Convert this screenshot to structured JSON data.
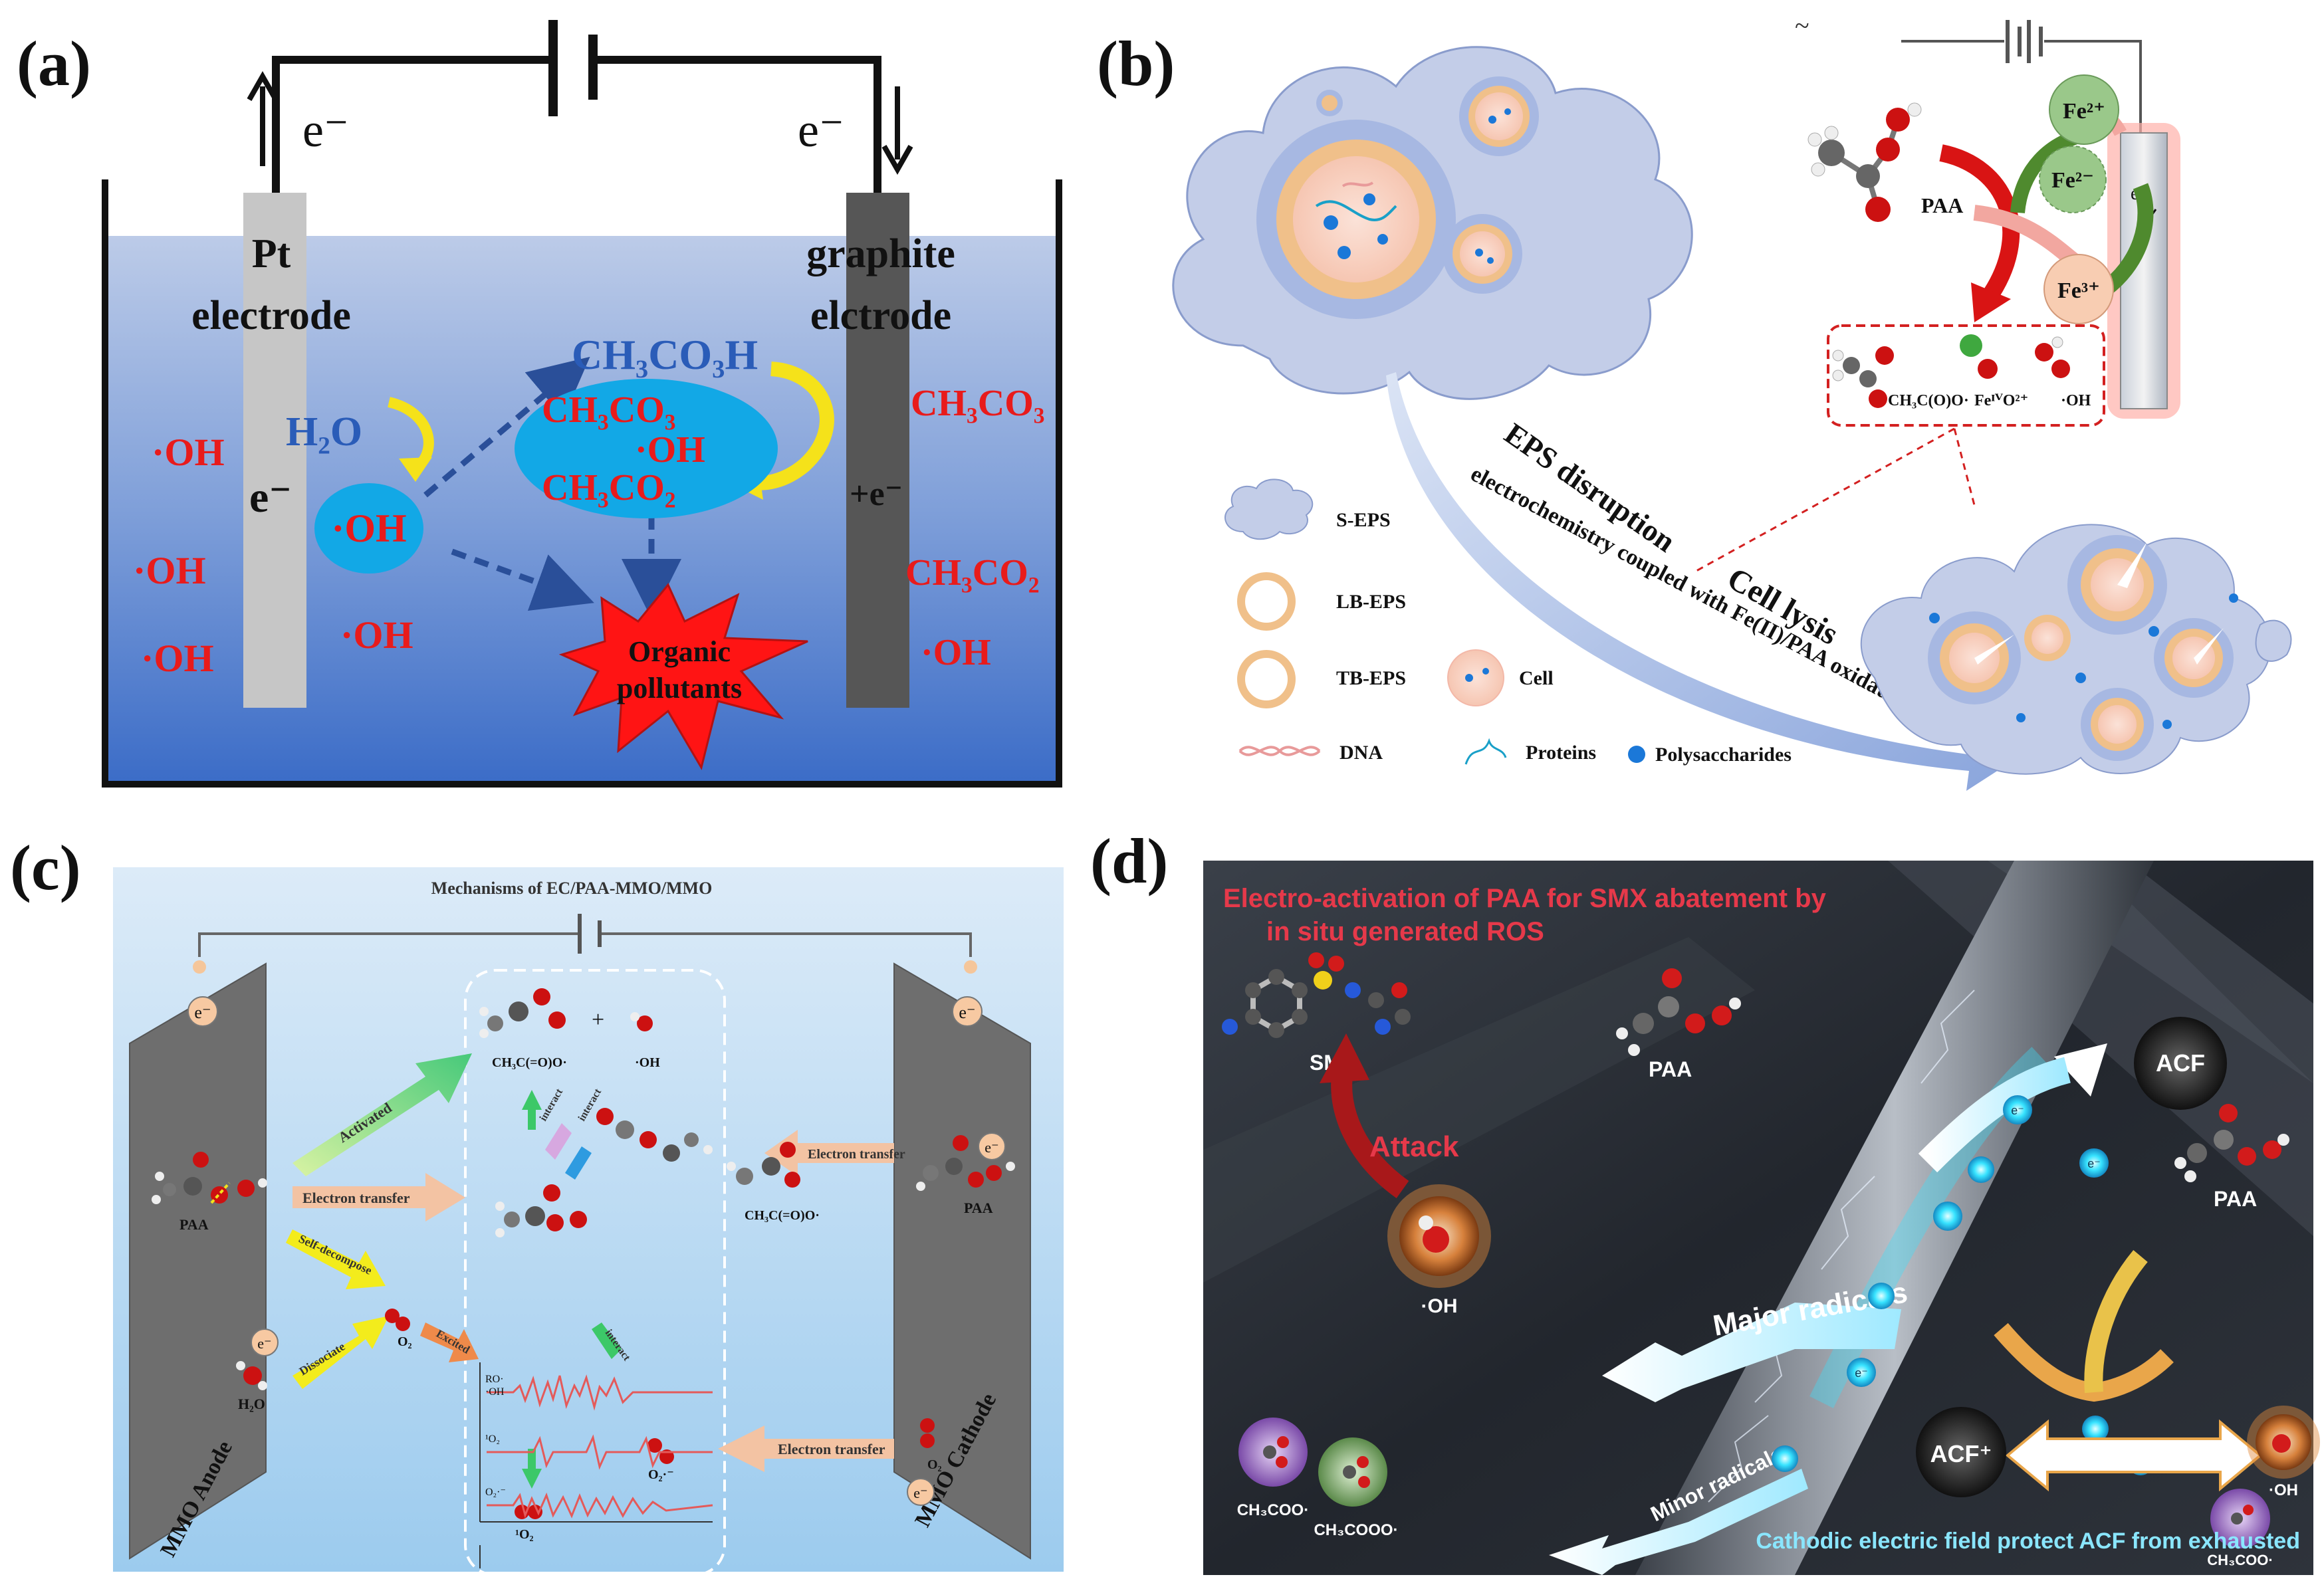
{
  "panel_labels": {
    "a": "(a)",
    "b": "(b)",
    "c": "(c)",
    "d": "(d)"
  },
  "panel_a": {
    "electron_left": "e⁻",
    "electron_right": "e⁻",
    "pt_label_1": "Pt",
    "pt_label_2": "electrode",
    "graphite_label_1": "graphite",
    "graphite_label_2": "elctrode",
    "water": "H₂O",
    "electrode_e": "e⁻",
    "oh": "·OH",
    "peracetic": "CH₃CO₃H",
    "ch3co3": "CH₃CO₃",
    "ch3co2": "CH₃CO₂",
    "plus_e": "+e⁻",
    "pollutant_1": "Organic",
    "pollutant_2": "pollutants",
    "colors": {
      "water_top": "#b8c8e6",
      "water_bottom": "#3f6fc8",
      "pt": "#c8c8c8",
      "graphite": "#555555",
      "blue_text": "#2a5cb8",
      "red_text": "#e81b1b"
    }
  },
  "panel_b": {
    "tilde": "~",
    "paa": "PAA",
    "fe2": "Fe²⁺",
    "fe_minus": "Fe²⁻",
    "fe3": "Fe³⁺",
    "e_minus": "e⁻",
    "product_1": "CH₃C(O)O·",
    "product_2": "FeᴵⱽO²⁺",
    "product_3": "·OH",
    "eps_disruption": "EPS disruption",
    "arc_text": "electrochemistry coupled with Fe(II)/PAA oxidation",
    "cell_lysis": "Cell lysis",
    "legend": {
      "s_eps": "S-EPS",
      "lb_eps": "LB-EPS",
      "tb_eps": "TB-EPS",
      "cell": "Cell",
      "dna": "DNA",
      "proteins": "Proteins",
      "polysaccharides": "Polysaccharides"
    }
  },
  "panel_c": {
    "title": "Mechanisms of EC/PAA-MMO/MMO",
    "e_minus": "e⁻",
    "activated": "Activated",
    "electron_transfer": "Electron transfer",
    "self_decompose": "Self-decompose",
    "dissociate": "Dissociate",
    "excited": "Excited",
    "interact": "interact",
    "paa": "PAA",
    "h2o": "H₂O",
    "o2": "O₂",
    "singlet_o2": "¹O₂",
    "superoxide": "O₂·⁻",
    "radical_1": "CH₃C(=O)O·",
    "radical_2": "·OH",
    "radical_3": "CH₃C(=O)O·",
    "plus": "+",
    "epr_1": "RO·",
    "epr_1b": "·OH",
    "epr_2": "¹O₂",
    "epr_3": "O₂·⁻",
    "anode": "MMO Anode",
    "cathode": "MMO Cathode"
  },
  "panel_d": {
    "headline_1": "Electro-activation of PAA for SMX abatement by",
    "headline_2": "in situ generated ROS",
    "smx": "SMX",
    "paa_1": "PAA",
    "paa_2": "PAA",
    "acf": "ACF",
    "acf_plus": "ACF⁺",
    "attack": "Attack",
    "major": "Major radicals",
    "minor": "Minor radicals",
    "oh_1": "·OH",
    "oh_2": "·OH",
    "ch3coo_1": "CH₃COO·",
    "ch3coo_2": "CH₃COO·",
    "ch3cooo": "CH₃COOO·",
    "e_minus": "e⁻",
    "bottom": "Cathodic electric field protect ACF from exhausted",
    "colors": {
      "bg": "#262b33",
      "headline": "#e6394a",
      "accent_cyan": "#37e3ff"
    }
  }
}
